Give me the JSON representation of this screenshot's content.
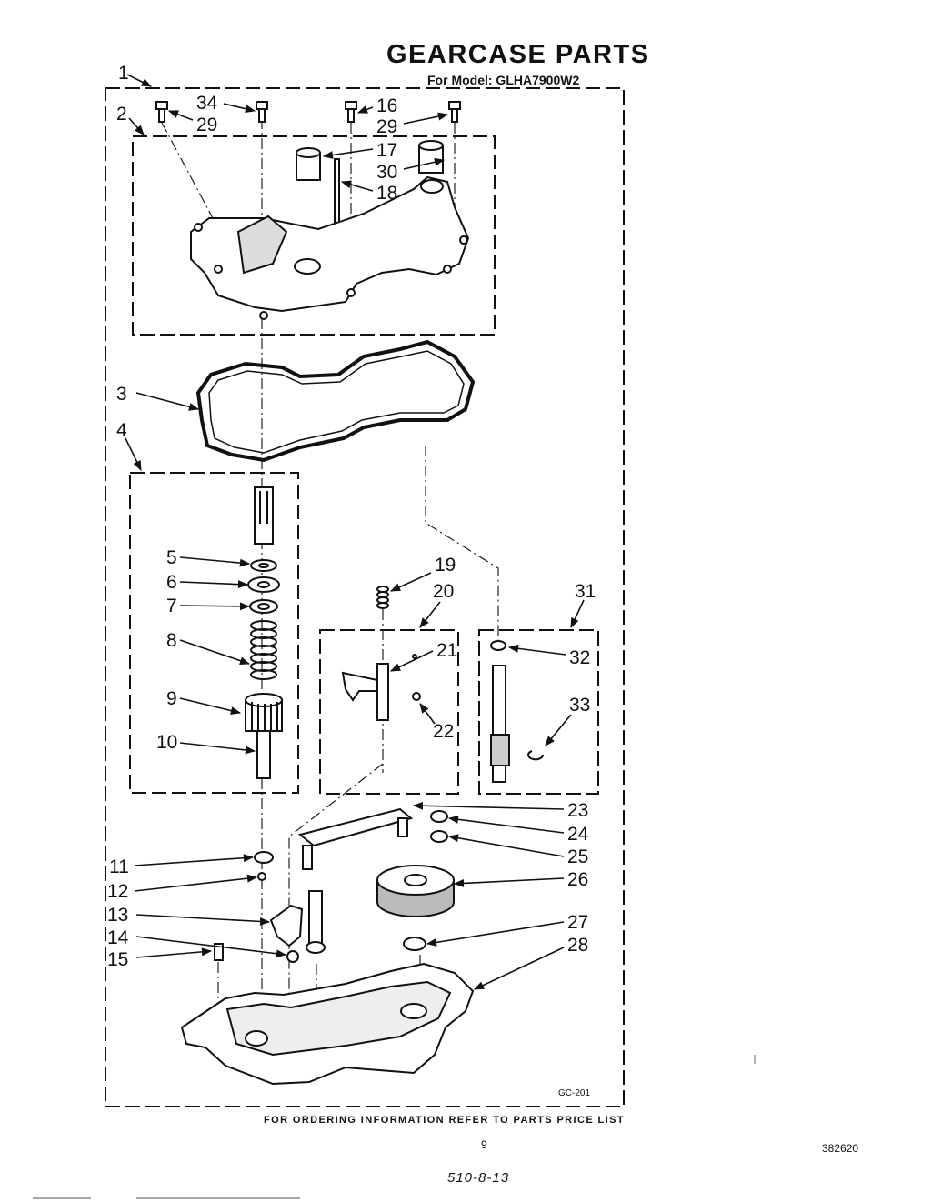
{
  "header": {
    "title": "GEARCASE PARTS",
    "model": "For Model: GLHA7900W2"
  },
  "footer": {
    "ordering_text": "FOR ORDERING INFORMATION REFER TO PARTS PRICE LIST",
    "page_number": "9",
    "document_number": "382620",
    "handwritten_note": "510-8-13"
  },
  "diagram": {
    "code": "GC-201",
    "callouts": [
      {
        "id": "c1",
        "label": "1"
      },
      {
        "id": "c2",
        "label": "2"
      },
      {
        "id": "c3",
        "label": "3"
      },
      {
        "id": "c4",
        "label": "4"
      },
      {
        "id": "c5",
        "label": "5"
      },
      {
        "id": "c6",
        "label": "6"
      },
      {
        "id": "c7",
        "label": "7"
      },
      {
        "id": "c8",
        "label": "8"
      },
      {
        "id": "c9",
        "label": "9"
      },
      {
        "id": "c10",
        "label": "10"
      },
      {
        "id": "c11",
        "label": "11"
      },
      {
        "id": "c12",
        "label": "12"
      },
      {
        "id": "c13",
        "label": "13"
      },
      {
        "id": "c14",
        "label": "14"
      },
      {
        "id": "c15",
        "label": "15"
      },
      {
        "id": "c16",
        "label": "16"
      },
      {
        "id": "c17",
        "label": "17"
      },
      {
        "id": "c18",
        "label": "18"
      },
      {
        "id": "c19",
        "label": "19"
      },
      {
        "id": "c20",
        "label": "20"
      },
      {
        "id": "c21",
        "label": "21"
      },
      {
        "id": "c22",
        "label": "22"
      },
      {
        "id": "c23",
        "label": "23"
      },
      {
        "id": "c24",
        "label": "24"
      },
      {
        "id": "c25",
        "label": "25"
      },
      {
        "id": "c26",
        "label": "26"
      },
      {
        "id": "c27",
        "label": "27"
      },
      {
        "id": "c28",
        "label": "28"
      },
      {
        "id": "c29a",
        "label": "29"
      },
      {
        "id": "c29b",
        "label": "29"
      },
      {
        "id": "c30",
        "label": "30"
      },
      {
        "id": "c31",
        "label": "31"
      },
      {
        "id": "c32",
        "label": "32"
      },
      {
        "id": "c33",
        "label": "33"
      },
      {
        "id": "c34",
        "label": "34"
      }
    ]
  }
}
